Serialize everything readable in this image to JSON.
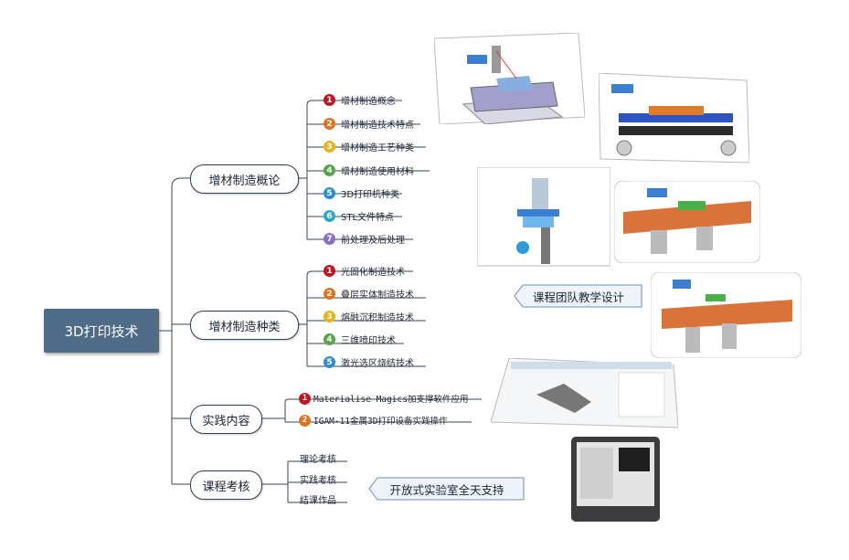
{
  "root": {
    "label": "3D打印技术"
  },
  "branches": [
    {
      "label": "增材制造概论",
      "items": [
        {
          "num": "1",
          "label": "增材制造概念"
        },
        {
          "num": "2",
          "label": "增材制造技术特点"
        },
        {
          "num": "3",
          "label": "增材制造工艺种类"
        },
        {
          "num": "4",
          "label": "增材制造使用材料"
        },
        {
          "num": "5",
          "label": "3D打印机种类"
        },
        {
          "num": "6",
          "label": "STL文件特点"
        },
        {
          "num": "7",
          "label": "前处理及后处理"
        }
      ]
    },
    {
      "label": "增材制造种类",
      "items": [
        {
          "num": "1",
          "label": "光固化制造技术"
        },
        {
          "num": "2",
          "label": "叠层实体制造技术"
        },
        {
          "num": "3",
          "label": "熔融沉积制造技术"
        },
        {
          "num": "4",
          "label": "三维喷印技术"
        },
        {
          "num": "5",
          "label": "激光选区烧结技术"
        }
      ]
    },
    {
      "label": "实践内容",
      "items": [
        {
          "num": "1",
          "label": "Materialise Magics加支撑软件应用"
        },
        {
          "num": "2",
          "label": "IGAM-11金属3D打印设备实践操作"
        }
      ]
    },
    {
      "label": "课程考核",
      "items": [
        {
          "label": "理论考核"
        },
        {
          "label": "实践考核"
        },
        {
          "label": "结课作品"
        }
      ]
    }
  ],
  "callouts": {
    "team": "课程团队教学设计",
    "lab": "开放式实验室全天支持"
  }
}
